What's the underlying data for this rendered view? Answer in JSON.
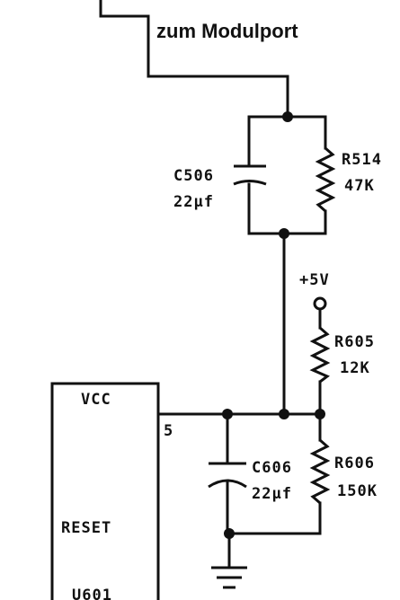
{
  "annotation": "zum Modulport",
  "components": {
    "c506": {
      "ref": "C506",
      "value": "22μf"
    },
    "r514": {
      "ref": "R514",
      "value": "47K"
    },
    "supply": "+5V",
    "r605": {
      "ref": "R605",
      "value": "12K"
    },
    "c606": {
      "ref": "C606",
      "value": "22μf"
    },
    "r606": {
      "ref": "R606",
      "value": "150K"
    }
  },
  "ic": {
    "vcc": "VCC",
    "reset": "RESET",
    "pin": "5",
    "name": "U601"
  }
}
